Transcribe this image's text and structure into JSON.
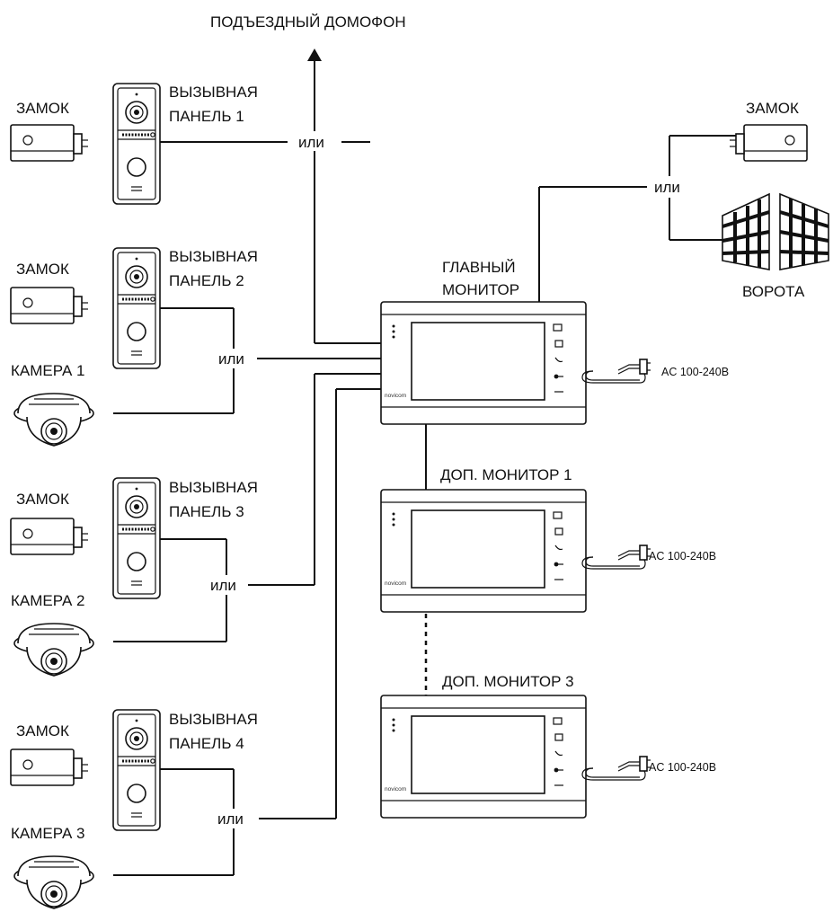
{
  "labels": {
    "intercom": "ПОДЪЕЗДНЫЙ ДОМОФОН",
    "lock": "ЗАМОК",
    "panel_word": "ВЫЗЫВНАЯ",
    "panel_1": "ПАНЕЛЬ 1",
    "panel_2": "ПАНЕЛЬ 2",
    "panel_3": "ПАНЕЛЬ 3",
    "panel_4": "ПАНЕЛЬ 4",
    "camera_1": "КАМЕРА 1",
    "camera_2": "КАМЕРА 2",
    "camera_3": "КАМЕРА 3",
    "or": "или",
    "main_monitor_1": "ГЛАВНЫЙ",
    "main_monitor_2": "МОНИТОР",
    "ext_monitor_1": "ДОП. МОНИТОР 1",
    "ext_monitor_3": "ДОП. МОНИТОР 3",
    "gate": "ВОРОТА",
    "power": "AC 100-240B",
    "brand": "novicom"
  },
  "colors": {
    "line": "#111111",
    "background": "#ffffff"
  }
}
